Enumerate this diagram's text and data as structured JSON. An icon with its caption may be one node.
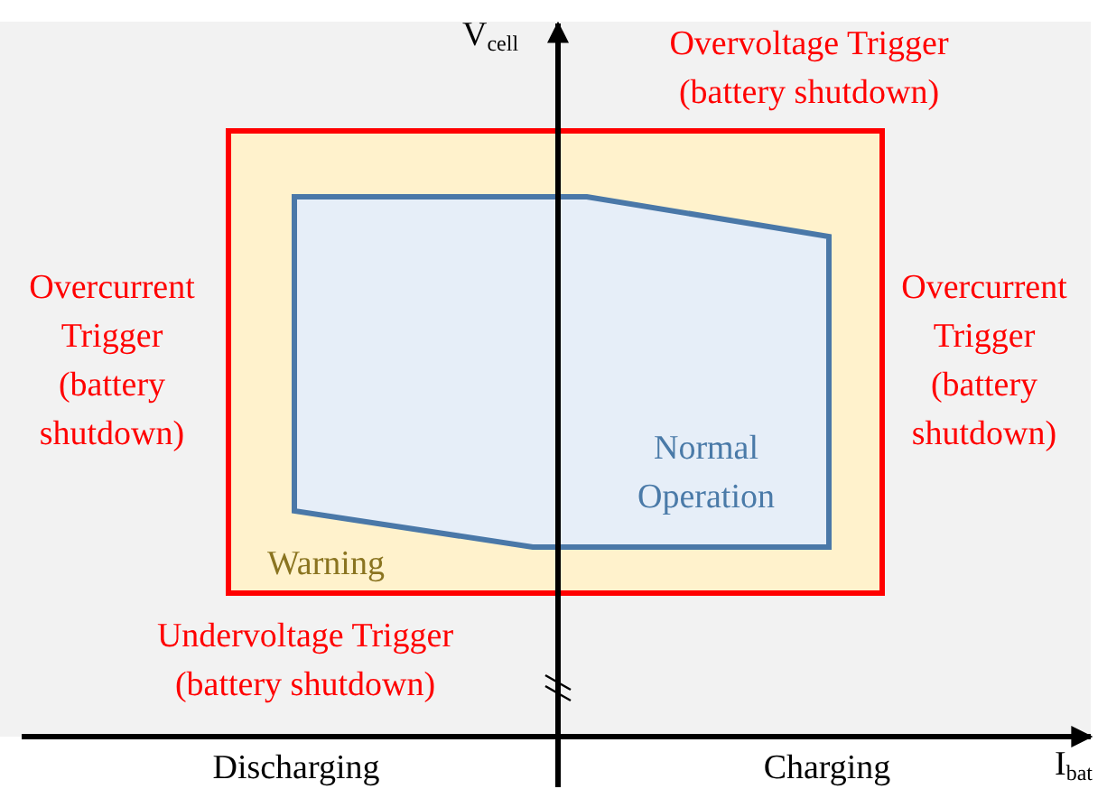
{
  "diagram": {
    "nodes": [
      {
        "text": [
          "Warning"
        ]
      },
      {
        "text": [
          "Normal Operation"
        ],
        "in": 0
      }
    ],
    "labels": [
      "V$_{cell}$",
      "Overvoltage Trigger (battery shutdown)",
      "Overcurrent Trigger (battery shutdown)",
      "Overcurrent Trigger (battery shutdown)",
      "Undervoltage Trigger (battery shutdown)",
      "Discharging",
      "Charging",
      "I$_{bat}$"
    ]
  }
}
